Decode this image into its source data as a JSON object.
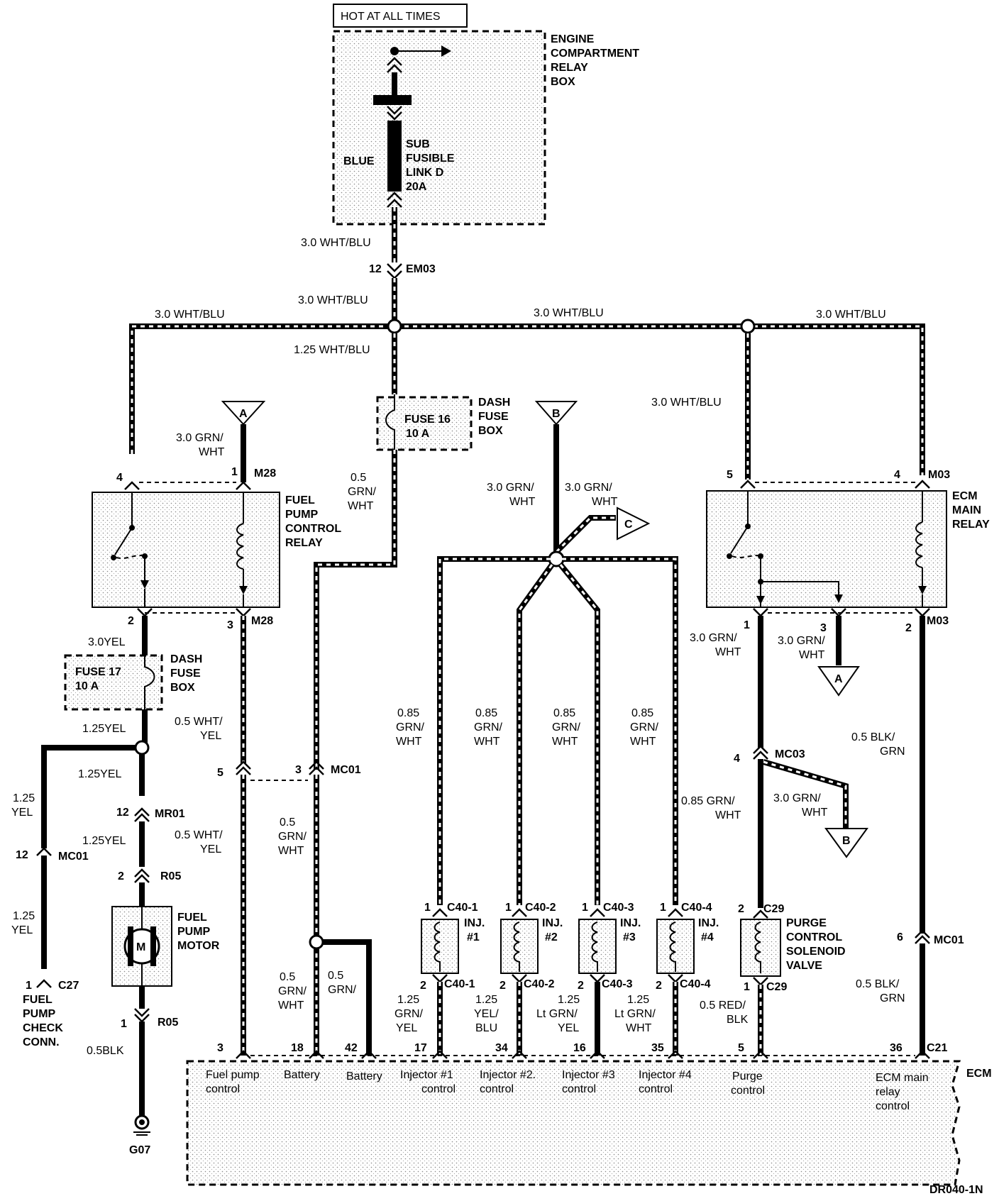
{
  "diagram": {
    "top_label": "HOT AT ALL TIMES",
    "drawing_code": "DR040-1N",
    "engine_relay_box": {
      "line1": "ENGINE",
      "line2": "COMPARTMENT",
      "line3": "RELAY",
      "line4": "BOX"
    },
    "fusible_link": {
      "color": "BLUE",
      "line1": "SUB",
      "line2": "FUSIBLE",
      "line3": "LINK D",
      "line4": "20A"
    },
    "wires": {
      "wht_blu_30": "3.0 WHT/BLU",
      "wht_blu_125": "1.25 WHT/BLU",
      "grn_wht_30": "3.0 GRN/",
      "grn_wht_30b": "WHT",
      "grn_wht_05": "0.5",
      "grn": "GRN/",
      "wht": "WHT",
      "yel_30": "3.0YEL",
      "yel_125": "1.25YEL",
      "yel_125a": "1.25",
      "yel": "YEL",
      "wht_yel_05": "0.5 WHT/",
      "blk_05": "0.5BLK",
      "grn_085": "0.85",
      "grn_085_wht": "0.85 GRN/",
      "blk_grn_05": "0.5 BLK/",
      "grn_only": "GRN",
      "red_blk_05": "0.5 RED/",
      "blk": "BLK",
      "inj1_wire": [
        "1.25",
        "GRN/",
        "YEL"
      ],
      "inj2_wire": [
        "1.25",
        "YEL/",
        "BLU"
      ],
      "inj3_wire": [
        "1.25",
        "Lt GRN/",
        "YEL"
      ],
      "inj4_wire": [
        "1.25",
        "Lt GRN/",
        "WHT"
      ]
    },
    "connectors": {
      "em03": "EM03",
      "em03_pin": "12",
      "m28": "M28",
      "m03": "M03",
      "mc01": "MC01",
      "mr01": "MR01",
      "r05": "R05",
      "c27": "C27",
      "mc03": "MC03",
      "c29": "C29",
      "c21": "C21",
      "g07": "G07",
      "c40_1": "C40-1",
      "c40_2": "C40-2",
      "c40_3": "C40-3",
      "c40_4": "C40-4"
    },
    "pins": {
      "p1": "1",
      "p2": "2",
      "p3": "3",
      "p4": "4",
      "p5": "5",
      "p6": "6",
      "p12": "12",
      "p17": "17",
      "p18": "18",
      "p42": "42",
      "p34": "34",
      "p16": "16",
      "p35": "35",
      "p36": "36"
    },
    "fuses": {
      "fuse16": "FUSE 16",
      "fuse16_rating": "10 A",
      "fuse17": "FUSE 17",
      "fuse17_rating": "10 A",
      "dash": "DASH",
      "fuse": "FUSE",
      "box": "BOX"
    },
    "components": {
      "fuel_pump_relay": [
        "FUEL",
        "PUMP",
        "CONTROL",
        "RELAY"
      ],
      "ecm_main_relay": [
        "ECM",
        "MAIN",
        "RELAY"
      ],
      "fuel_pump_motor": [
        "FUEL",
        "PUMP",
        "MOTOR"
      ],
      "motor_symbol": "M",
      "check_conn": [
        "FUEL",
        "PUMP",
        "CHECK",
        "CONN."
      ],
      "inj": "INJ.",
      "inj_nums": [
        "#1",
        "#2",
        "#3",
        "#4"
      ],
      "purge_valve": [
        "PURGE",
        "CONTROL",
        "SOLENOID",
        "VALVE"
      ],
      "ecm": "ECM"
    },
    "refs": {
      "a": "A",
      "b": "B",
      "c": "C"
    },
    "ecm_terminals": [
      [
        "Fuel pump",
        "control"
      ],
      [
        "Battery"
      ],
      [
        "Battery"
      ],
      [
        "Injector #1",
        "control"
      ],
      [
        "Injector #2.",
        "control"
      ],
      [
        "Injector #3",
        "control"
      ],
      [
        "Injector #4",
        "control"
      ],
      [
        "Purge",
        "control"
      ],
      [
        "ECM main",
        "relay",
        "control"
      ]
    ]
  }
}
